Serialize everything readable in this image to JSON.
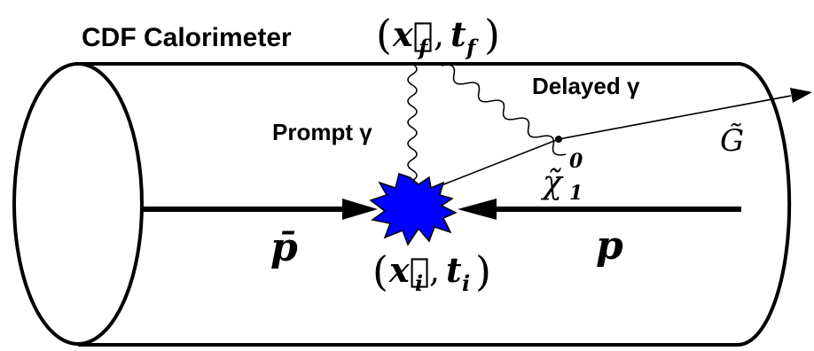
{
  "title": "CDF Calorimeter",
  "labels": {
    "prompt_photon": "Prompt γ",
    "delayed_photon": "Delayed γ",
    "gravitino": "G̃",
    "neutralino_symbol": "χ̃",
    "neutralino_sub": "1",
    "neutralino_sup": "0",
    "antiproton": "p̄",
    "proton": "p"
  },
  "coordinates": {
    "final": {
      "open": "(",
      "x": "x⃗",
      "x_sub": "f",
      "comma": ",",
      "t": "t",
      "t_sub": "f",
      "close": ")"
    },
    "initial": {
      "open": "(",
      "x": "x⃗",
      "x_sub": "i",
      "comma": ",",
      "t": "t",
      "t_sub": "i",
      "close": ")"
    }
  },
  "colors": {
    "interaction_vertex": "#0000ff",
    "lines": "#000000",
    "background": "#ffffff"
  }
}
